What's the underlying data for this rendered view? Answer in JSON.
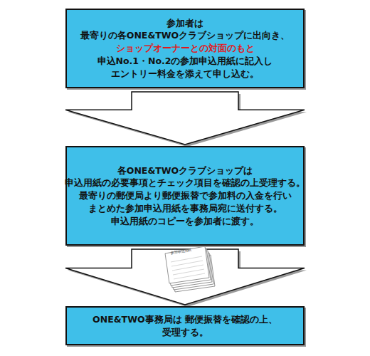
{
  "diagram": {
    "nodes": [
      {
        "text": [
          "参加者は 最寄りの各ONE&TWOクラブショップに出向き、",
          "ショップオーナーとの対面のもと",
          "申込No.1・No.2の参加申込用紙に記入し エントリー料金を添えて申し込む。"
        ]
      },
      {
        "text": [
          "各ONE&TWOクラブショップは 申込用紙の必要事項とチェック項目を確認の上受理する。 最寄りの郵便局より郵便振替で参加料の入金を行い まとめた参加申込用紙を事務局宛に送付する。 申込用紙のコピーを参加者に渡す。"
        ]
      },
      {
        "text": [
          "ONE&TWO事務局は 郵便振替を確認の上、受理する。"
        ]
      }
    ],
    "edges": [
      {
        "from": 0,
        "to": 1,
        "arrow": "to"
      },
      {
        "from": 1,
        "to": 2,
        "arrow": "to"
      }
    ],
    "labels": [
      "参加申込用紙"
    ]
  }
}
